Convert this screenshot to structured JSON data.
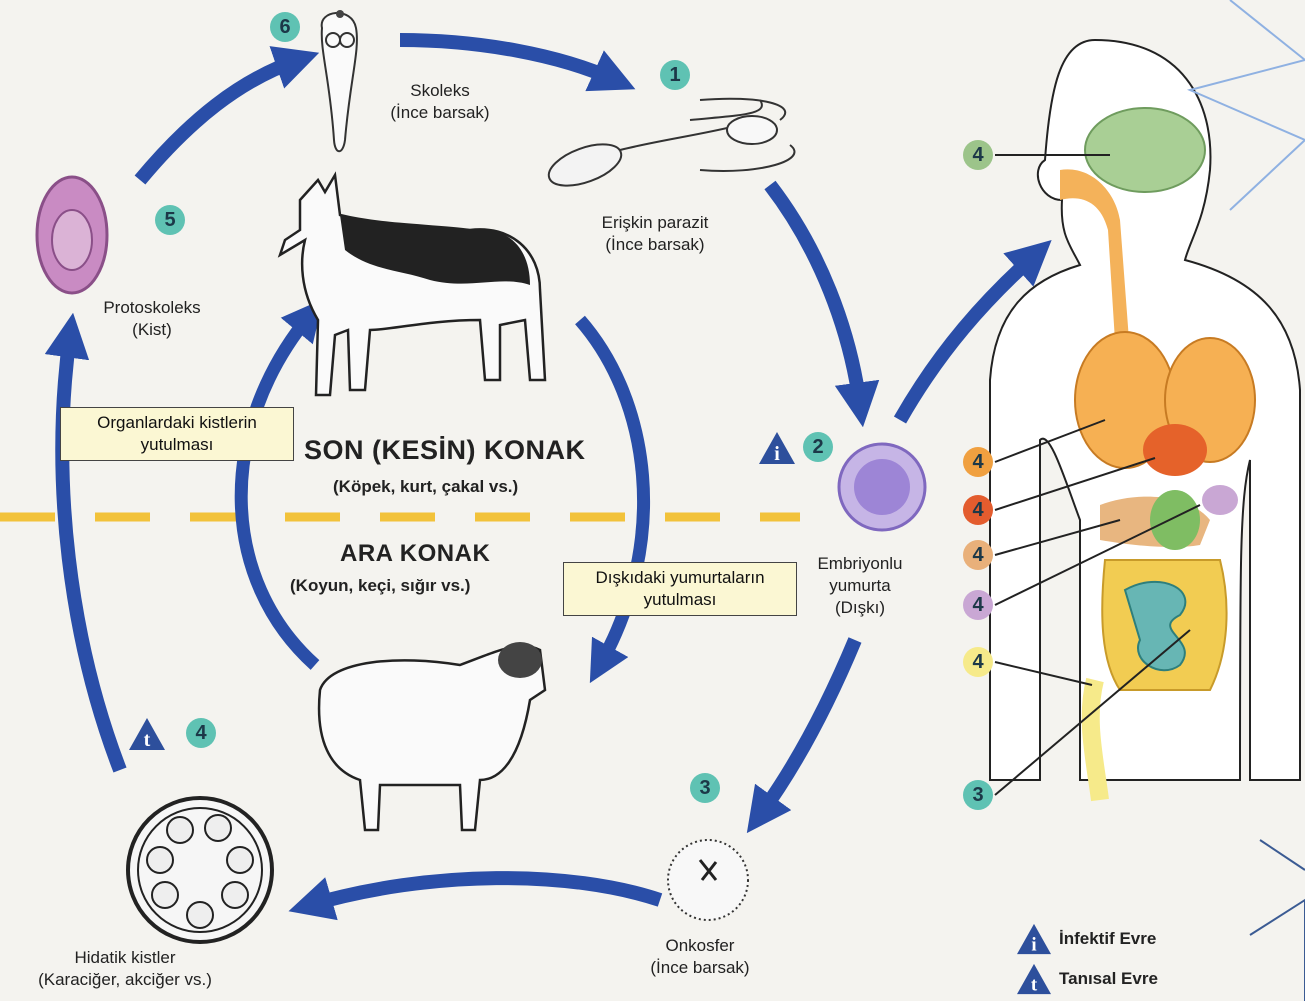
{
  "stages": {
    "skoleks": {
      "num": "6",
      "line1": "Skoleks",
      "line2": "(İnce barsak)"
    },
    "eriskin": {
      "num": "1",
      "line1": "Erişkin parazit",
      "line2": "(İnce barsak)"
    },
    "protoskoleks": {
      "num": "5",
      "line1": "Protoskoleks",
      "line2": "(Kist)"
    },
    "embriyonlu": {
      "num": "2",
      "line1": "Embriyonlu",
      "line2": "yumurta",
      "line3": "(Dışkı)",
      "marker": "i"
    },
    "onkosfer": {
      "num": "3",
      "line1": "Onkosfer",
      "line2": "(İnce barsak)"
    },
    "hidatik": {
      "num": "4",
      "line1": "Hidatik kistler",
      "line2": "(Karaciğer, akciğer vs.)",
      "marker": "t"
    }
  },
  "hosts": {
    "definitive_title": "SON (KESİN) KONAK",
    "definitive_examples": "(Köpek, kurt, çakal vs.)",
    "intermediate_title": "ARA KONAK",
    "intermediate_examples": "(Koyun, keçi, sığır vs.)"
  },
  "callouts": {
    "cyst_ingestion_line1": "Organlardaki kistlerin",
    "cyst_ingestion_line2": "yutulması",
    "egg_ingestion_line1": "Dışkıdaki yumurtaların",
    "egg_ingestion_line2": "yutulması"
  },
  "body_markers": [
    "4",
    "4",
    "4",
    "4",
    "4",
    "4",
    "3"
  ],
  "legend": {
    "infective_label": "İnfektif Evre",
    "diagnostic_label": "Tanısal Evre",
    "infective_letter": "i",
    "diagnostic_letter": "t"
  },
  "colors": {
    "arrow_blue": "#2a4ea8",
    "host_divider": "#f2c23a",
    "marker_teal": "#5fc2b3",
    "marker_orange": "#f0a040",
    "marker_red": "#e35c2e",
    "marker_tan": "#e9b07a",
    "marker_lilac": "#c9a7d4",
    "marker_yellow": "#f6ea8a",
    "marker_green": "#9cc48a",
    "triangle_blue": "#2d4f9c"
  }
}
